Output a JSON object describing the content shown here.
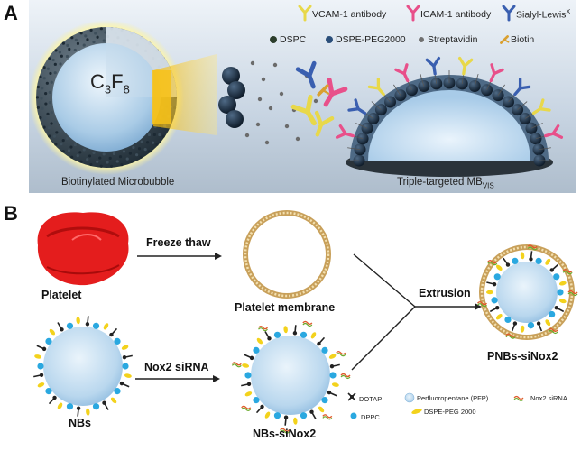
{
  "panel_a": {
    "letter": "A",
    "legend": {
      "vcam": "VCAM-1 antibody",
      "icam": "ICAM-1 antibody",
      "sialyl": "Sialyl-Lewis",
      "sialyl_sup": "X",
      "dspc": "DSPC",
      "dspe": "DSPE-PEG2000",
      "streptavidin": "Streptavidin",
      "biotin": "Biotin"
    },
    "core_main": "C",
    "core_sub1": "3",
    "core_mid": "F",
    "core_sub2": "8",
    "label_left": "Biotinylated Microbubble",
    "label_right_main": "Triple-targeted MB",
    "label_right_sub": "VIS",
    "colors": {
      "vcam": "#e8d84a",
      "icam": "#e8508a",
      "sialyl": "#3a5fb0",
      "biotin": "#d9a030",
      "dspc": "#2c3e2c",
      "dspe": "#2a4e7a"
    }
  },
  "panel_b": {
    "letter": "B",
    "platelet": "Platelet",
    "freeze": "Freeze thaw",
    "membrane": "Platelet membrane",
    "extrusion": "Extrusion",
    "nbs": "NBs",
    "nox2": "Nox2 siRNA",
    "nbs_sinox2": "NBs-siNox2",
    "pnbs": "PNBs-siNox2",
    "legend": {
      "dotap": "DOTAP",
      "dppc": "DPPC",
      "pfp": "Perfluoropentane (PFP)",
      "dspe": "DSPE-PEG 2000",
      "sirna": "Nox2 siRNA"
    }
  }
}
